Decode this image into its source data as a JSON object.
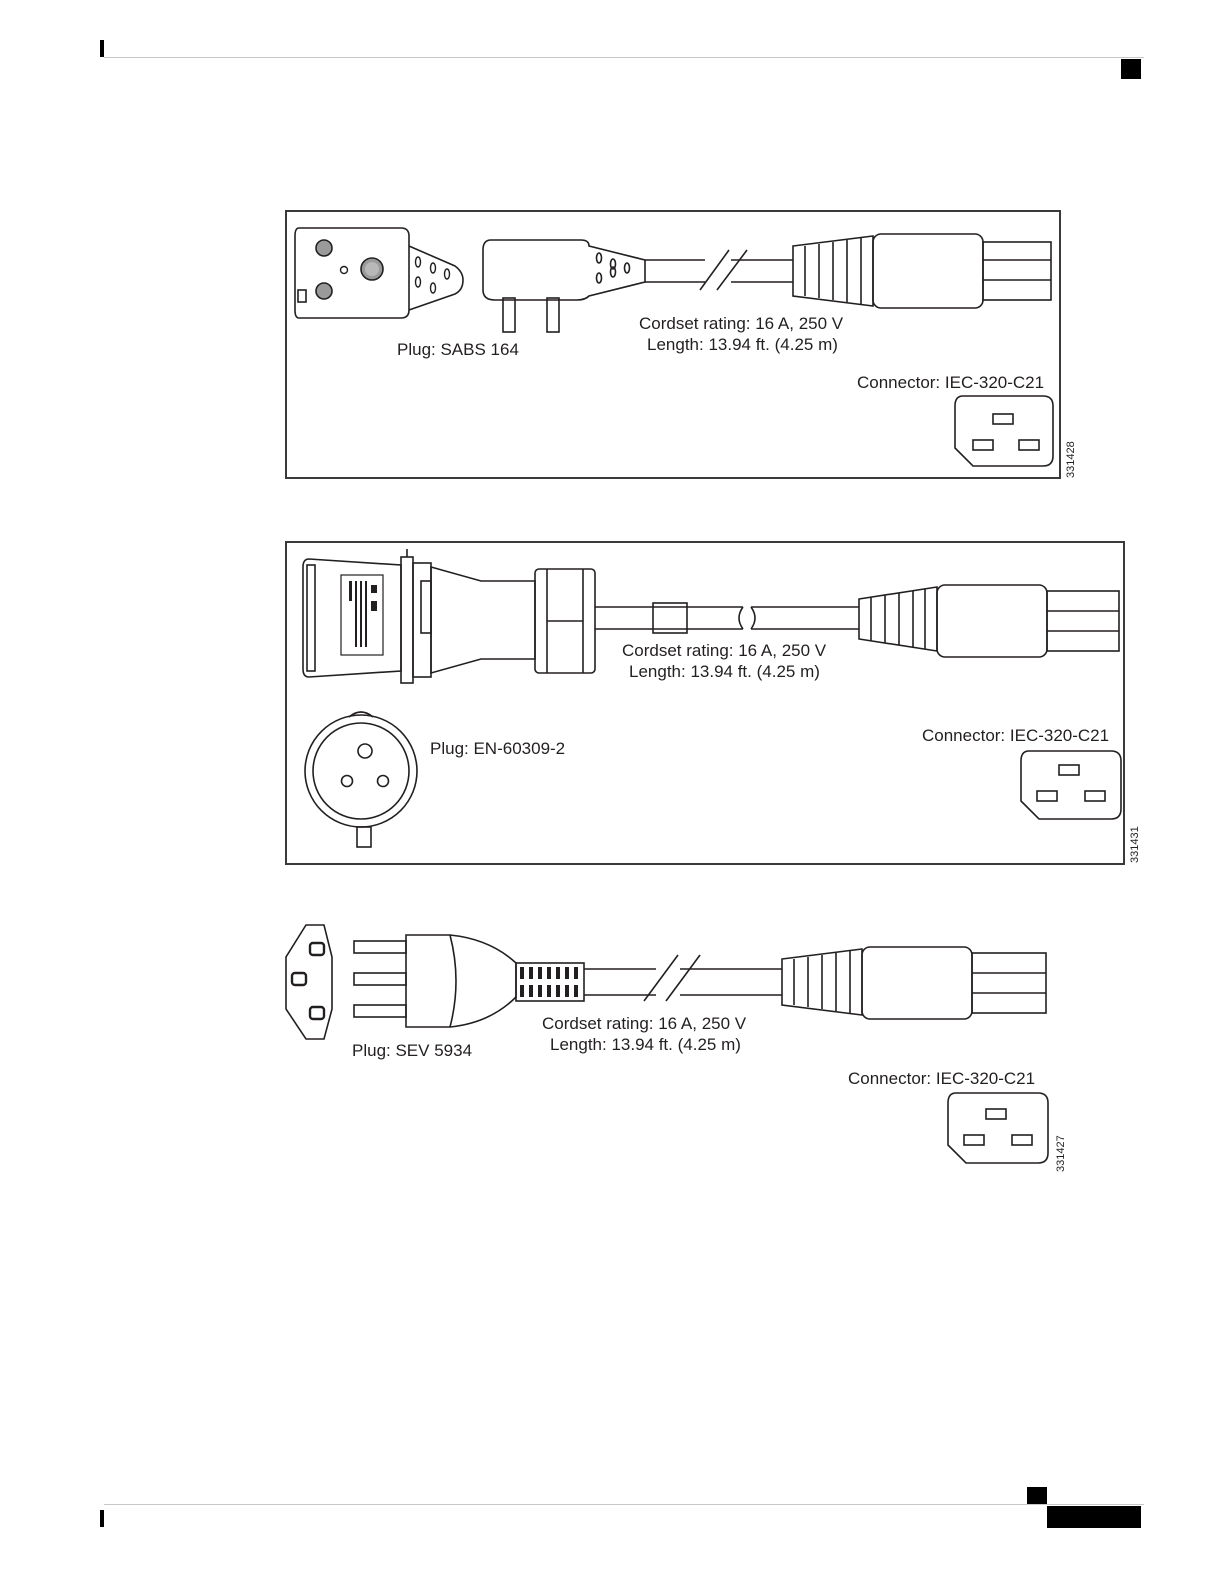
{
  "figures": [
    {
      "plug_label": "Plug: SABS 164",
      "rating": "Cordset rating: 16 A, 250 V",
      "length": "Length: 13.94 ft. (4.25 m)",
      "connector_label": "Connector: IEC-320-C21",
      "figure_id": "331428"
    },
    {
      "plug_label": "Plug: EN-60309-2",
      "rating": "Cordset rating: 16 A, 250 V",
      "length": "Length: 13.94 ft. (4.25 m)",
      "connector_label": "Connector: IEC-320-C21",
      "figure_id": "331431"
    },
    {
      "plug_label": "Plug: SEV 5934",
      "rating": "Cordset rating: 16 A, 250 V",
      "length": "Length: 13.94 ft. (4.25 m)",
      "connector_label": "Connector: IEC-320-C21",
      "figure_id": "331427"
    }
  ]
}
